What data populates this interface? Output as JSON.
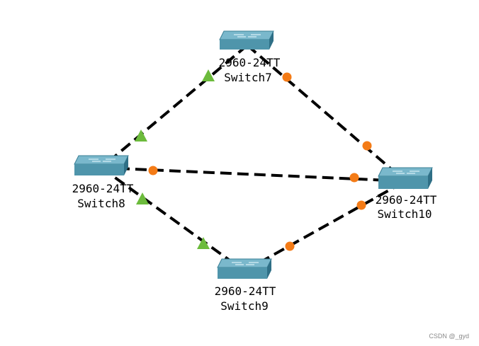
{
  "devices": [
    {
      "id": "switch7",
      "model": "2960-24TT",
      "name": "Switch7",
      "icon": "switch-icon"
    },
    {
      "id": "switch8",
      "model": "2960-24TT",
      "name": "Switch8",
      "icon": "switch-icon"
    },
    {
      "id": "switch9",
      "model": "2960-24TT",
      "name": "Switch9",
      "icon": "switch-icon"
    },
    {
      "id": "switch10",
      "model": "2960-24TT",
      "name": "Switch10",
      "icon": "switch-icon"
    }
  ],
  "links": [
    {
      "from": "switch7",
      "to": "switch8",
      "from_state": "green-triangle",
      "to_state": "green-triangle"
    },
    {
      "from": "switch7",
      "to": "switch10",
      "from_state": "orange-dot",
      "to_state": "orange-dot"
    },
    {
      "from": "switch8",
      "to": "switch10",
      "from_state": "orange-dot",
      "to_state": "orange-dot"
    },
    {
      "from": "switch8",
      "to": "switch9",
      "from_state": "green-triangle",
      "to_state": "green-triangle"
    },
    {
      "from": "switch9",
      "to": "switch10",
      "from_state": "orange-dot",
      "to_state": "orange-dot"
    }
  ],
  "colors": {
    "link": "#000000",
    "green_triangle": "#6cbb3c",
    "orange_dot": "#f47b16",
    "switch_top": "#7ab8cc",
    "switch_front": "#4f95ab",
    "switch_side": "#2f6f86"
  },
  "watermark": "CSDN @_gyd"
}
